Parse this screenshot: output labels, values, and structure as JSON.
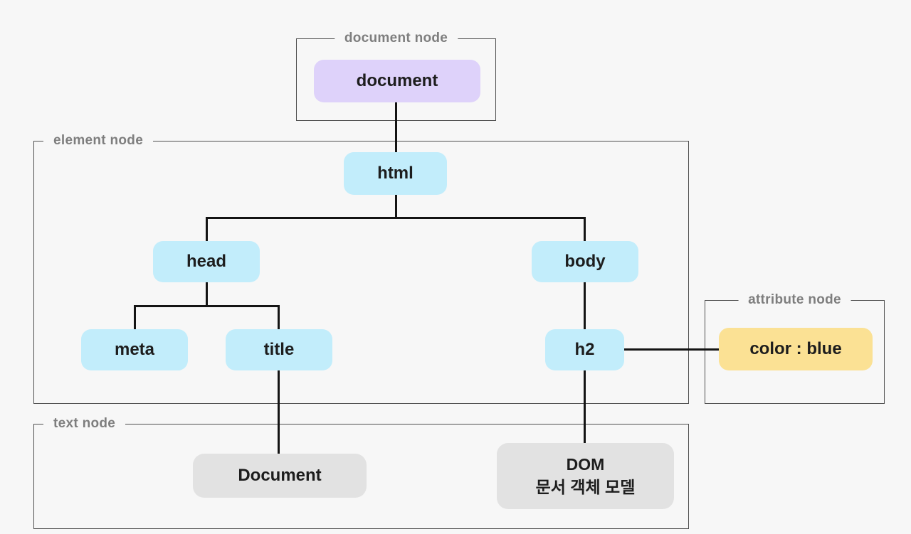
{
  "diagram": {
    "title": "DOM tree diagram",
    "groups": {
      "document_node": {
        "label": "document node"
      },
      "element_node": {
        "label": "element node"
      },
      "attribute_node": {
        "label": "attribute node"
      },
      "text_node": {
        "label": "text node"
      }
    },
    "nodes": {
      "document": {
        "label": "document",
        "kind": "document node"
      },
      "html": {
        "label": "html",
        "kind": "element node"
      },
      "head": {
        "label": "head",
        "kind": "element node"
      },
      "body": {
        "label": "body",
        "kind": "element node"
      },
      "meta": {
        "label": "meta",
        "kind": "element node"
      },
      "title_el": {
        "label": "title",
        "kind": "element node"
      },
      "h2": {
        "label": "h2",
        "kind": "element node"
      },
      "attr_color": {
        "label": "color : blue",
        "kind": "attribute node"
      },
      "text_document": {
        "label": "Document",
        "kind": "text node"
      },
      "text_dom": {
        "line1": "DOM",
        "line2": "문서 객체 모델",
        "kind": "text node"
      }
    },
    "edges": [
      "document-html",
      "html-head",
      "html-body",
      "head-meta",
      "head-title",
      "body-h2",
      "h2-attr_color",
      "title-text_document",
      "h2-text_dom"
    ],
    "colors": {
      "background": "#f7f7f7",
      "document_fill": "#ded2fa",
      "element_fill": "#c2edfb",
      "attribute_fill": "#fbe194",
      "text_fill": "#e2e2e2",
      "frame_border": "#4f4f4f",
      "label_text": "#7e7e7e",
      "node_text": "#1d1d1d",
      "connector": "#141414"
    }
  }
}
